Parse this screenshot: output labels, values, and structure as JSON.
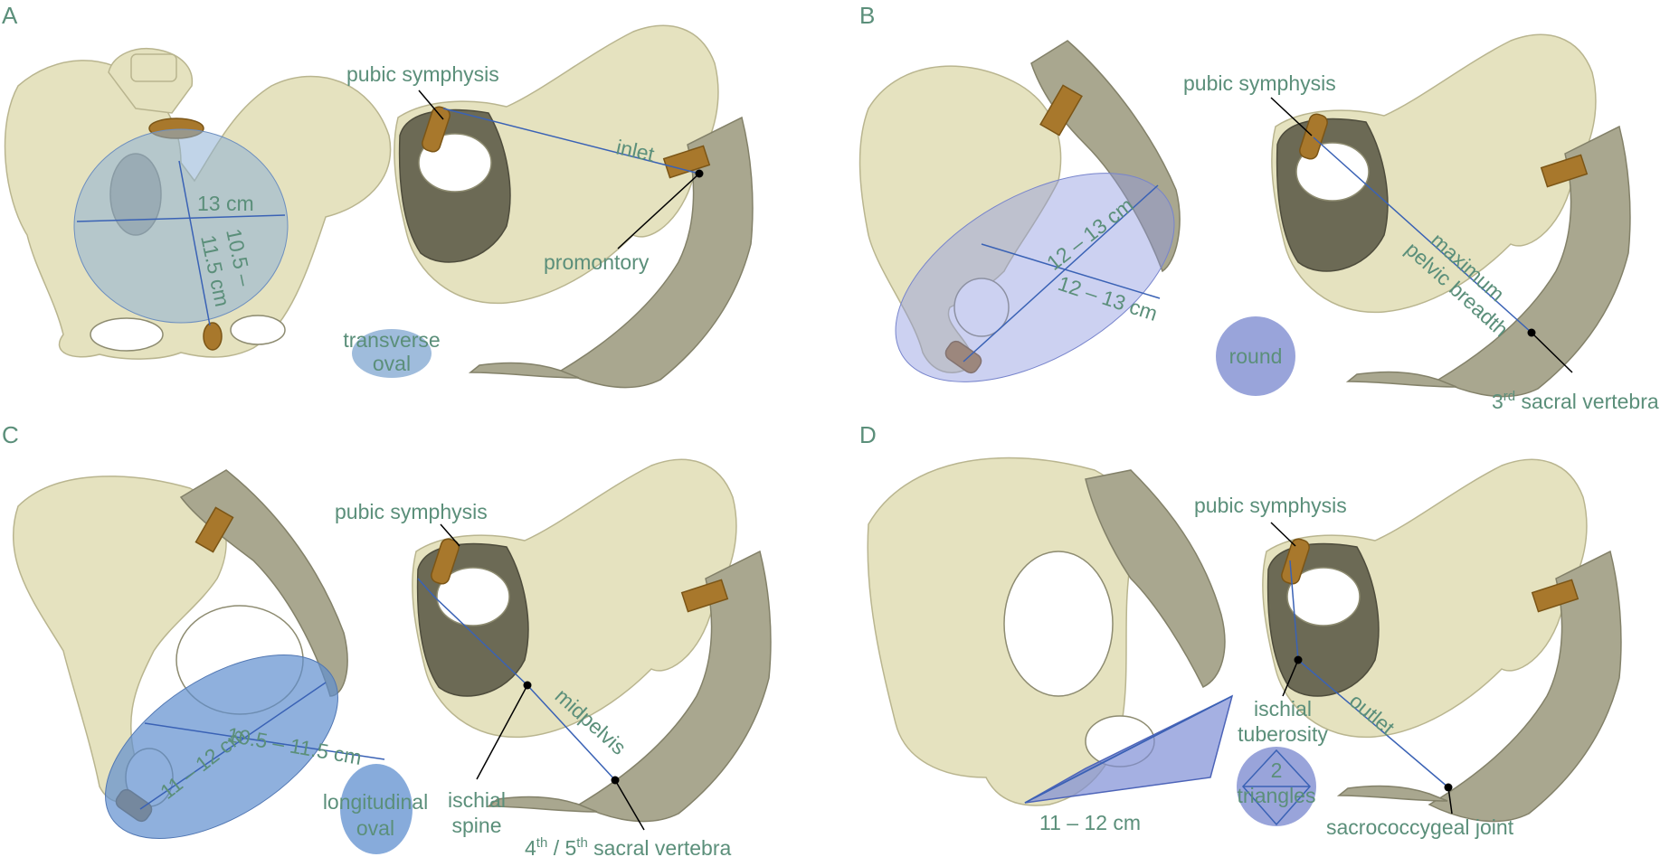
{
  "panels": [
    {
      "letter": "A",
      "pubic": "pubic symphysis",
      "measure_label": "inlet",
      "landmarks": [
        "promontory"
      ],
      "dims": [
        "13 cm",
        "10.5 –",
        "11.5 cm"
      ],
      "shape": [
        "transverse",
        "oval"
      ]
    },
    {
      "letter": "B",
      "pubic": "pubic symphysis",
      "measure_label": [
        "maximum",
        "pelvic breadth"
      ],
      "landmarks": [
        "3",
        "rd",
        " sacral vertebra"
      ],
      "dims": [
        "12 – 13 cm",
        "12 – 13 cm"
      ],
      "shape": [
        "round"
      ]
    },
    {
      "letter": "C",
      "pubic": "pubic symphysis",
      "measure_label": "midpelvis",
      "landmarks": [
        "ischial",
        "spine",
        "4",
        "th",
        " / 5",
        "th",
        " sacral vertebra"
      ],
      "dims": [
        "11 – 12 cm",
        "10.5 – 11.5 cm"
      ],
      "shape": [
        "longitudinal",
        "oval"
      ]
    },
    {
      "letter": "D",
      "pubic": "pubic symphysis",
      "measure_label": "outlet",
      "landmarks": [
        "ischial",
        "tuberosity",
        "sacrococcygeal joint"
      ],
      "dims": [
        "11 – 12 cm"
      ],
      "shape": [
        "2",
        "triangles"
      ]
    }
  ],
  "colors": {
    "label_green": "#5b8f7a",
    "measure_blue": "#3a62b5",
    "plane_fill": "#7f9fd6",
    "shape_fill": "#8e9ad6",
    "bone": "#e5e2bf",
    "joint": "#a8782c"
  }
}
